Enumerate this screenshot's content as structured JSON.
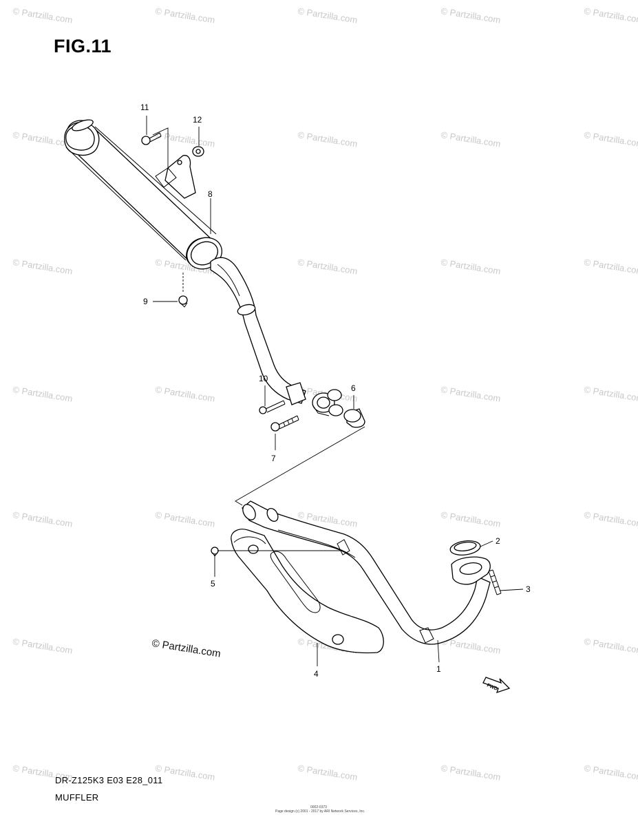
{
  "figure": {
    "title": "FIG.11",
    "code": "DR-Z125K3 E03 E28_011",
    "name": "MUFFLER",
    "watermark_text": "© Partzilla.com",
    "small_copyright": "Page design (c) 2001 - 2017 by ARI Network Services, Inc.",
    "small_code": "0002-0373"
  },
  "callouts": [
    {
      "id": "1",
      "label": "1"
    },
    {
      "id": "2",
      "label": "2"
    },
    {
      "id": "3",
      "label": "3"
    },
    {
      "id": "4",
      "label": "4"
    },
    {
      "id": "5",
      "label": "5"
    },
    {
      "id": "6",
      "label": "6"
    },
    {
      "id": "7",
      "label": "7"
    },
    {
      "id": "8",
      "label": "8"
    },
    {
      "id": "9",
      "label": "9"
    },
    {
      "id": "10",
      "label": "10"
    },
    {
      "id": "11",
      "label": "11"
    },
    {
      "id": "12",
      "label": "12"
    }
  ],
  "fwd_label": "FWD",
  "colors": {
    "line": "#000000",
    "watermark": "#c9c9c9",
    "background": "#ffffff"
  }
}
